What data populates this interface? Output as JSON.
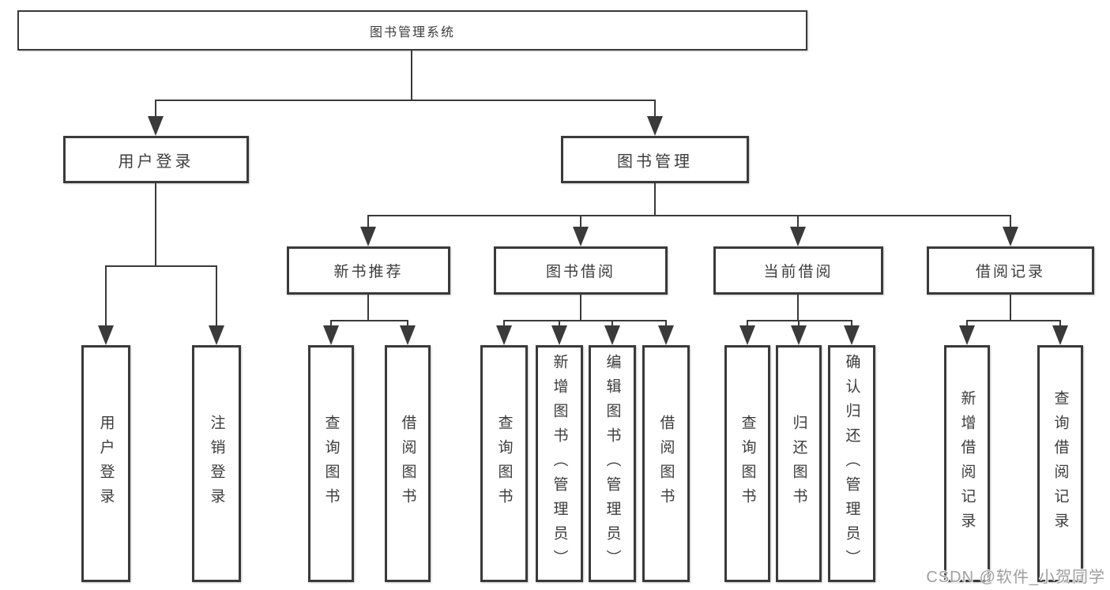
{
  "diagram": {
    "root": {
      "label": "图书管理系统"
    },
    "level2": {
      "user_login": {
        "label": "用户登录"
      },
      "book_mgmt": {
        "label": "图书管理"
      }
    },
    "level3": {
      "new_book_rec": {
        "label": "新书推荐"
      },
      "book_borrow": {
        "label": "图书借阅"
      },
      "current_borrow": {
        "label": "当前借阅"
      },
      "borrow_records": {
        "label": "借阅记录"
      }
    },
    "leaves": {
      "user_login": {
        "label": "用户登录"
      },
      "logout": {
        "label": "注销登录"
      },
      "rec_query": {
        "label": "查询图书"
      },
      "rec_borrow": {
        "label": "借阅图书"
      },
      "bb_query": {
        "label": "查询图书"
      },
      "bb_add": {
        "label": "新增图书（管理员）"
      },
      "bb_edit": {
        "label": "编辑图书（管理员）"
      },
      "bb_borrow": {
        "label": "借阅图书"
      },
      "cb_query": {
        "label": "查询图书"
      },
      "cb_return": {
        "label": "归还图书"
      },
      "cb_confirm": {
        "label": "确认归还（管理员）"
      },
      "br_add": {
        "label": "新增借阅记录"
      },
      "br_query": {
        "label": "查询借阅记录"
      }
    }
  },
  "watermark": {
    "text": "CSDN @软件_小贺同学",
    "color": "#9e9e9e"
  },
  "colors": {
    "line": "#3a3a3a",
    "text": "#3c3c3c",
    "background": "#ffffff"
  }
}
